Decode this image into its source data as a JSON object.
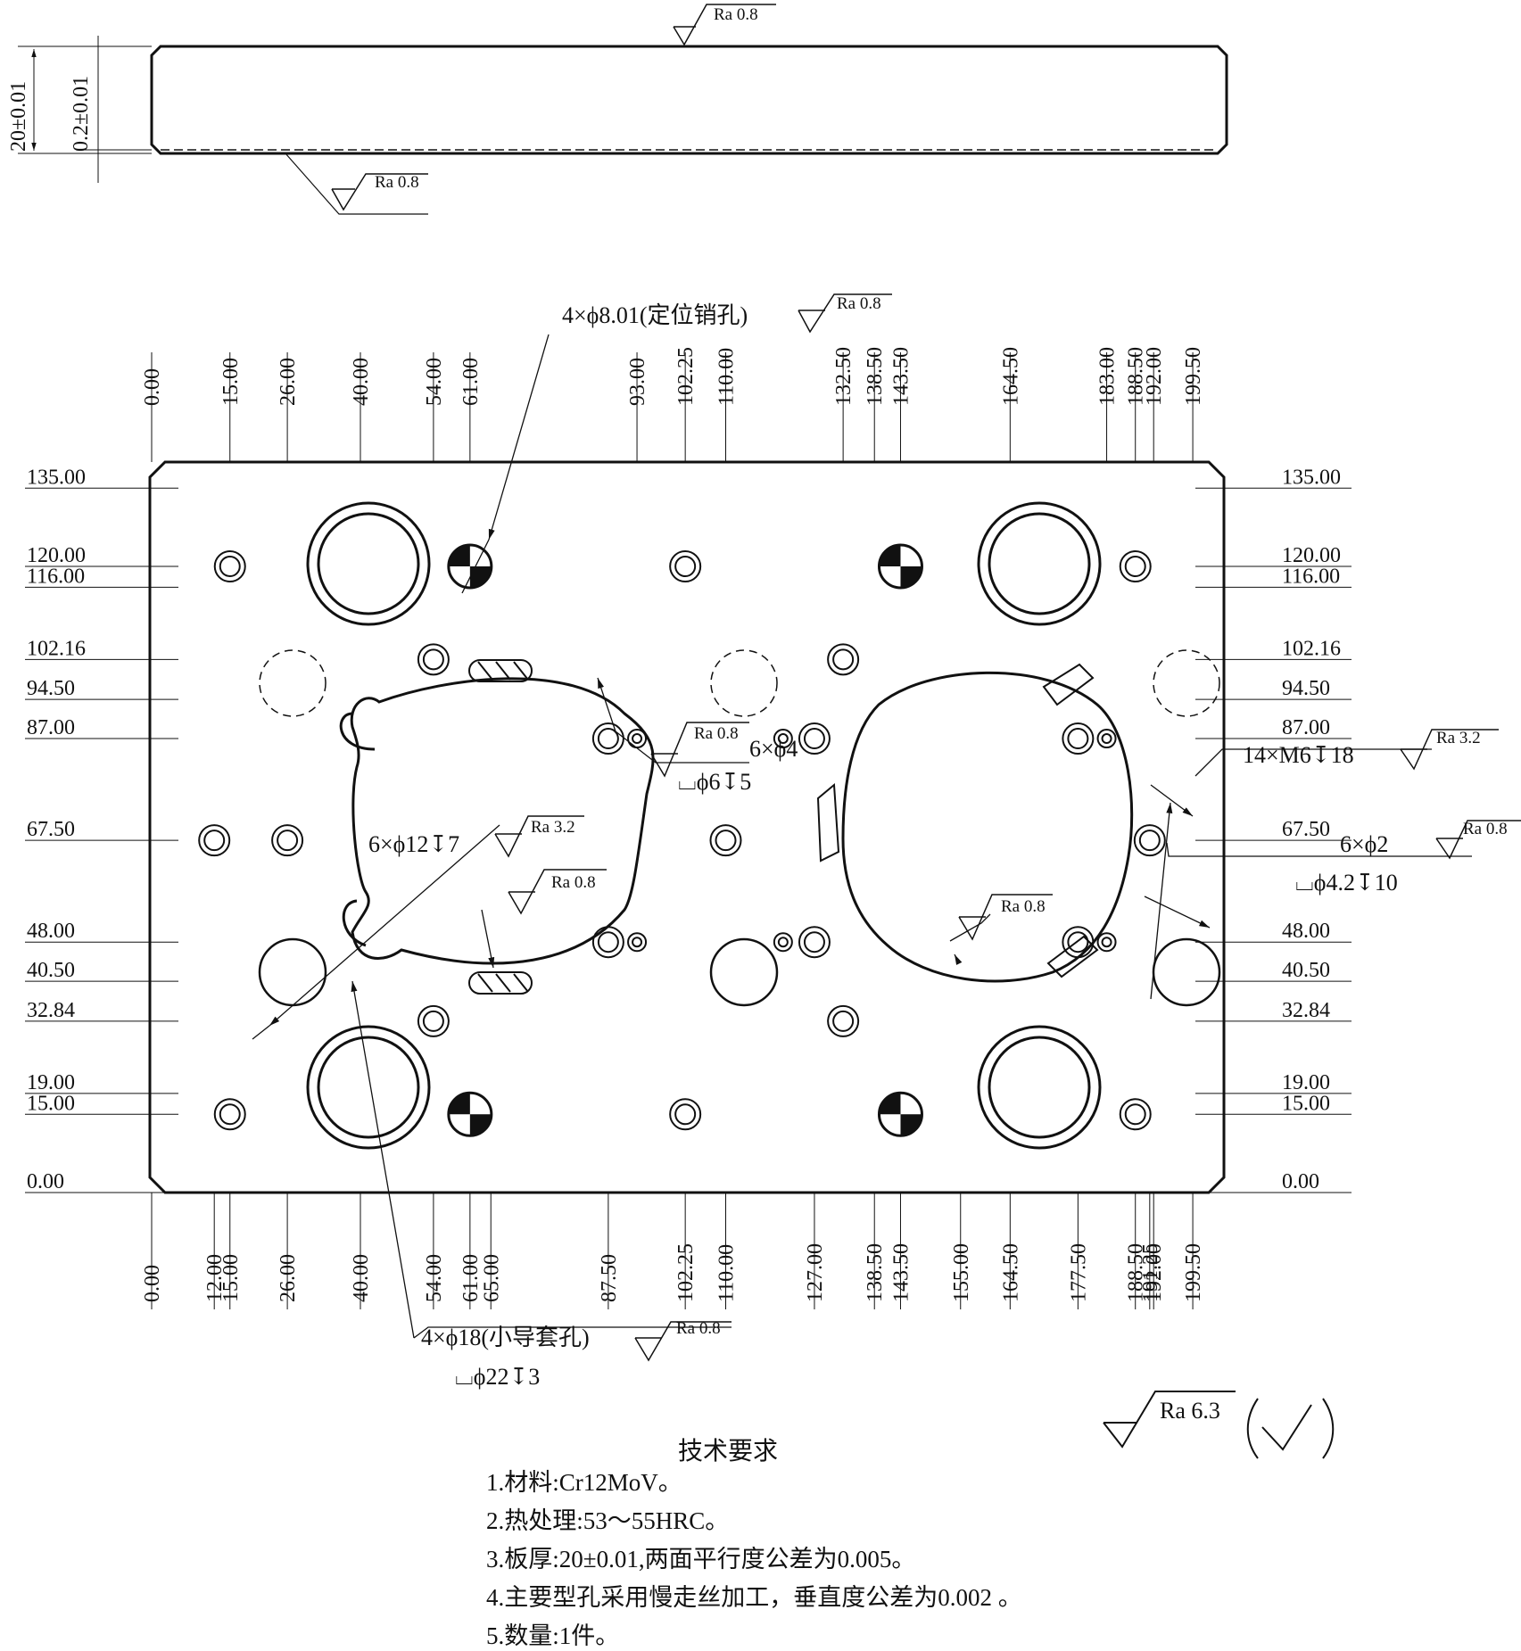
{
  "side_view": {
    "thickness": "20±0.01",
    "chamfer": "0.2±0.01",
    "top_finish": "Ra 0.8",
    "bottom_finish": "Ra 0.8"
  },
  "x_top_labels": [
    "0.00",
    "15.00",
    "26.00",
    "40.00",
    "54.00",
    "61.00",
    "93.00",
    "102.25",
    "110.00",
    "132.50",
    "138.50",
    "143.50",
    "164.50",
    "183.00",
    "188.50",
    "192.00",
    "199.50"
  ],
  "x_bottom_labels": [
    "0.00",
    "12.00",
    "15.00",
    "26.00",
    "40.00",
    "54.00",
    "61.00",
    "65.00",
    "87.50",
    "102.25",
    "110.00",
    "127.00",
    "138.50",
    "143.50",
    "155.00",
    "164.50",
    "177.50",
    "188.50",
    "191.25",
    "192.00",
    "199.50"
  ],
  "y_left_labels": [
    "135.00",
    "120.00",
    "116.00",
    "102.16",
    "94.50",
    "87.00",
    "67.50",
    "48.00",
    "40.50",
    "32.84",
    "19.00",
    "15.00",
    "0.00"
  ],
  "y_right_labels": [
    "135.00",
    "120.00",
    "116.00",
    "102.16",
    "94.50",
    "87.00",
    "67.50",
    "48.00",
    "40.50",
    "32.84",
    "19.00",
    "15.00",
    "0.00"
  ],
  "callouts": {
    "dowel": "4×ϕ8.01(定位销孔)",
    "dowel_ra": "Ra 0.8",
    "holes_6x4": "6×ϕ4",
    "holes_6x4_ra": "Ra 0.8",
    "holes_6x4_cb": "⌴ϕ6↧5",
    "holes_6x12": "6×ϕ12↧7",
    "holes_6x12_ra": "Ra 3.2",
    "cavity_ra_left": "Ra 0.8",
    "cavity_ra_right": "Ra 0.8",
    "m6": "14×M6↧18",
    "m6_ra": "Ra 3.2",
    "holes_6x2": "6×ϕ2",
    "holes_6x2_ra": "Ra 0.8",
    "holes_6x2_cb": "⌴ϕ4.2↧10",
    "guide": "4×ϕ18(小导套孔)",
    "guide_ra": "Ra 0.8",
    "guide_cb": "⌴ϕ22↧3"
  },
  "general_finish": "Ra 6.3",
  "requirements": {
    "title": "技术要求",
    "items": [
      "1.材料:Cr12MoV。",
      "2.热处理:53～55HRC。",
      "3.板厚:20±0.01,两面平行度公差为0.005。",
      "4.主要型孔采用慢走丝加工，垂直度公差为0.002 。",
      "5.数量:1件。"
    ]
  },
  "colors": {
    "line": "#111111",
    "background": "#ffffff"
  }
}
